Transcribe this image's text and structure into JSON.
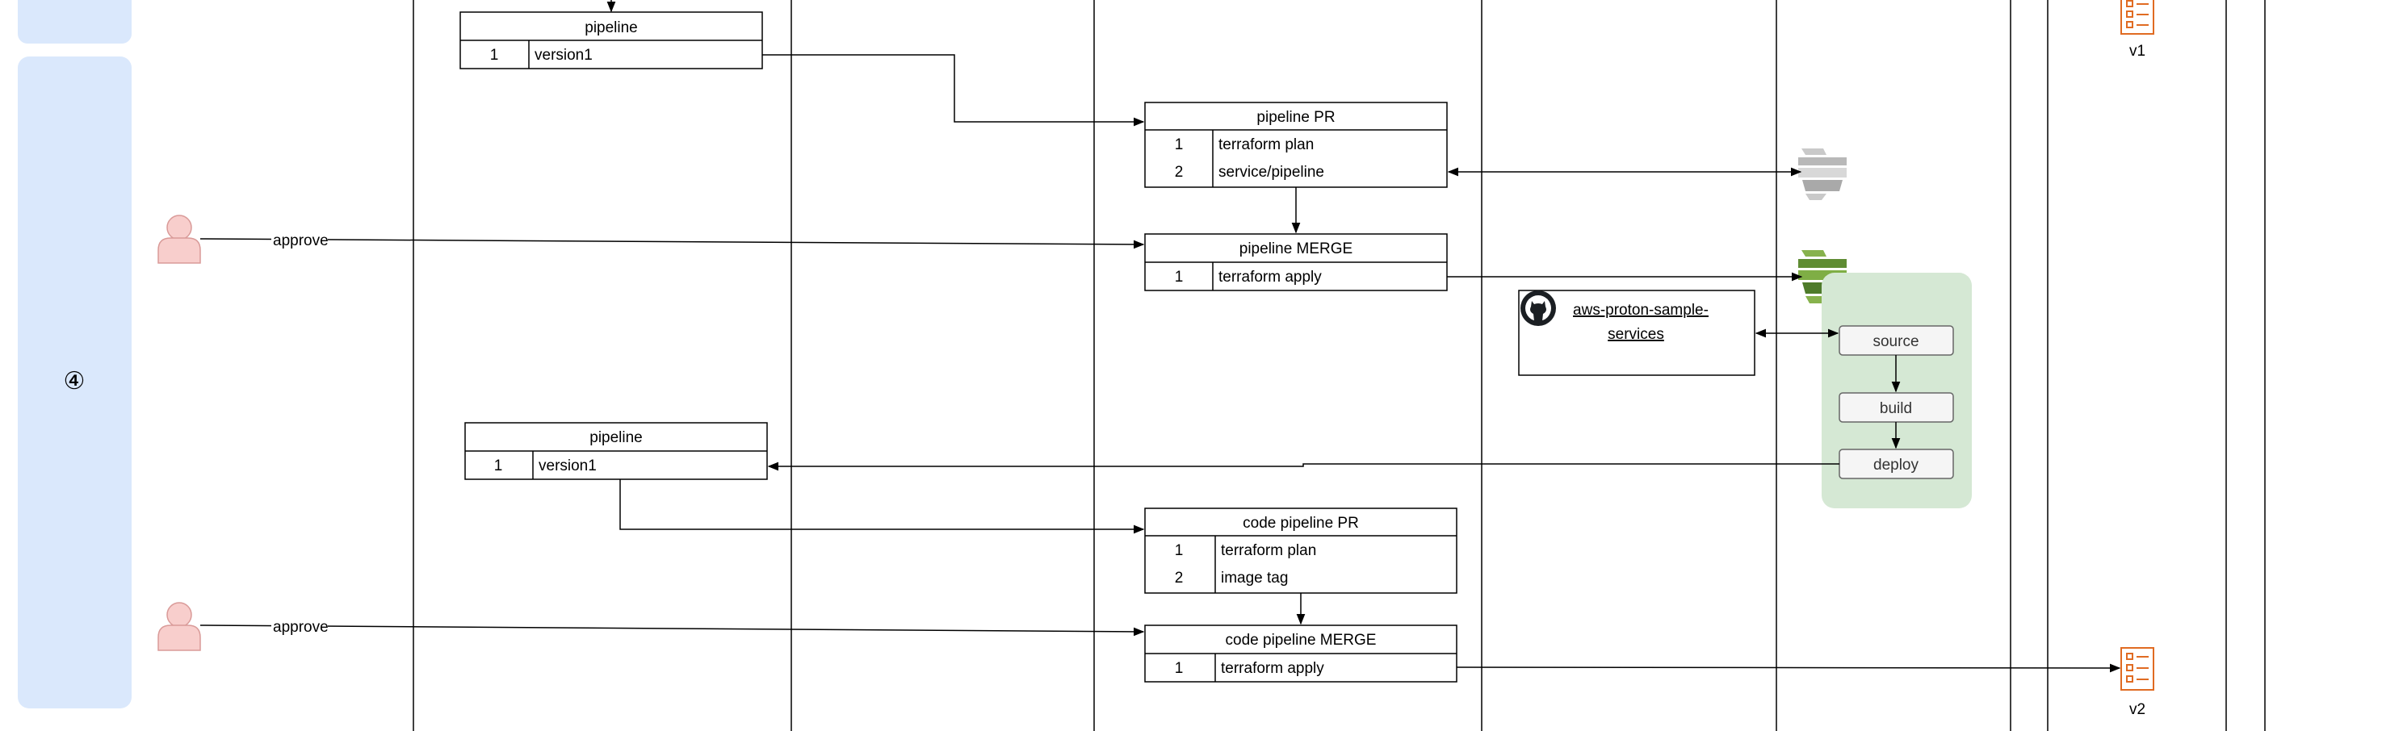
{
  "phase": {
    "number": "④"
  },
  "actors": [
    {
      "edge_label": "approve"
    },
    {
      "edge_label": "approve"
    }
  ],
  "tables": {
    "pipeline_top": {
      "title": "pipeline",
      "rows": [
        {
          "no": "1",
          "text": "version1"
        }
      ]
    },
    "pipeline_pr": {
      "title": "pipeline PR",
      "rows": [
        {
          "no": "1",
          "text": "terraform plan"
        },
        {
          "no": "2",
          "text": "service/pipeline"
        }
      ]
    },
    "pipeline_merge": {
      "title": "pipeline MERGE",
      "rows": [
        {
          "no": "1",
          "text": "terraform apply"
        }
      ]
    },
    "pipeline_mid": {
      "title": "pipeline",
      "rows": [
        {
          "no": "1",
          "text": "version1"
        }
      ]
    },
    "code_pipeline_pr": {
      "title": "code pipeline PR",
      "rows": [
        {
          "no": "1",
          "text": "terraform plan"
        },
        {
          "no": "2",
          "text": "image tag"
        }
      ]
    },
    "code_pipeline_merge": {
      "title": "code pipeline MERGE",
      "rows": [
        {
          "no": "1",
          "text": "terraform apply"
        }
      ]
    }
  },
  "repo": {
    "name_line1": "aws-proton-sample-",
    "name_line2": "services"
  },
  "codepipeline": {
    "stages": [
      "source",
      "build",
      "deploy"
    ]
  },
  "versions": {
    "top": "v1",
    "bottom": "v2"
  },
  "colors": {
    "phase_band": "#dae8fc",
    "actor_fill": "#f8cecc",
    "actor_stroke": "#d99a98",
    "pipeline_group": "#d5e8d4",
    "template_icon": "#e06b22",
    "proton_green": "#6b9a3a",
    "proton_gray": "#b8b8b8"
  }
}
